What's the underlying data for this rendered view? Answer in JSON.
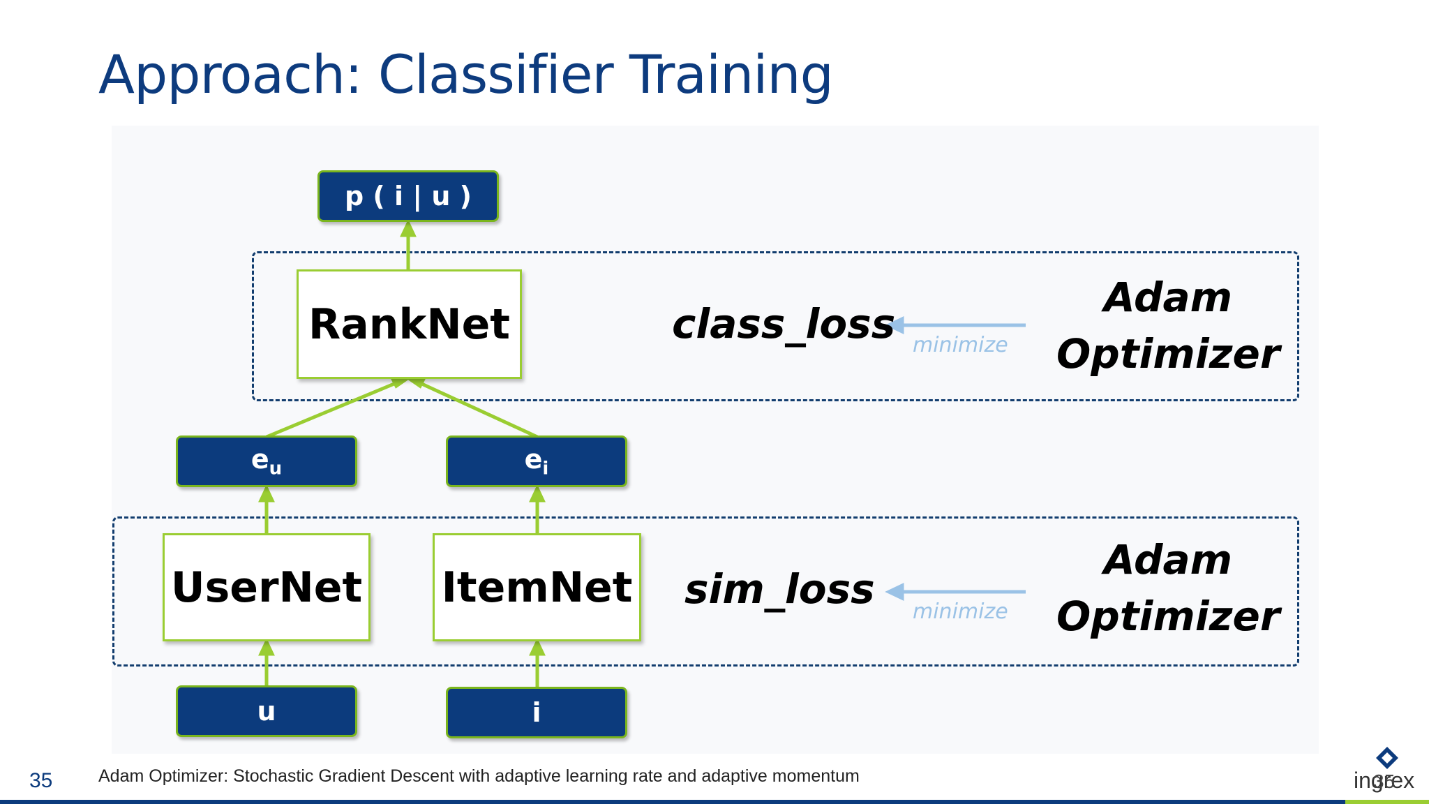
{
  "slide": {
    "title": "Approach: Classifier Training",
    "page_number": "35",
    "footnote": "Adam Optimizer: Stochastic Gradient Descent with adaptive learning rate and adaptive momentum",
    "logo_text": "ingrex",
    "logo_number": "35"
  },
  "diagram": {
    "output_label": "p ( i | u )",
    "ranknet_label": "RankNet",
    "eu_base": "e",
    "eu_sub": "u",
    "ei_base": "e",
    "ei_sub": "i",
    "usernet_label": "UserNet",
    "itemnet_label": "ItemNet",
    "u_label": "u",
    "i_label": "i",
    "top_loss": "class_loss",
    "bottom_loss": "sim_loss",
    "top_minimize": "minimize",
    "bottom_minimize": "minimize",
    "top_optimizer_line1": "Adam",
    "top_optimizer_line2": "Optimizer",
    "bottom_optimizer_line1": "Adam",
    "bottom_optimizer_line2": "Optimizer",
    "colors": {
      "navy": "#0c3b7d",
      "green": "#9acd32",
      "arrow_blue": "#9ac2e6"
    }
  }
}
